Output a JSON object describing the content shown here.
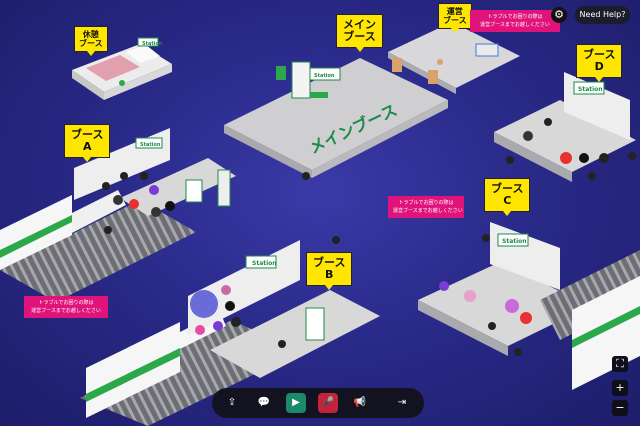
{
  "signs": {
    "rest": "休憩\nブース",
    "main": "メイン\nブース",
    "ops": "運営\nブース",
    "booth_a": "ブース\nA",
    "booth_b": "ブース\nB",
    "booth_c": "ブース\nC",
    "booth_d": "ブース\nD"
  },
  "floor_text": {
    "main": "メインブース"
  },
  "station_boards": {
    "rest": "Station",
    "main": "Station",
    "a": "Station",
    "b": "Station",
    "c": "Station",
    "d": "Station"
  },
  "notices": {
    "top": "トラブルでお困りの際は\n運営ブースまでお越しください",
    "middle": "トラブルでお困りの際は\n運営ブースまでお越しください",
    "left": "トラブルでお困りの際は\n運営ブースまでお越しください"
  },
  "header": {
    "help_label": "Need Help?",
    "settings_icon": "gear-icon"
  },
  "toolbar": {
    "icons": [
      "screen-share-icon",
      "chat-icon",
      "camera-icon",
      "microphone-muted-icon",
      "megaphone-icon",
      "exit-icon"
    ],
    "camera_color": "#1a8a6a",
    "mic_color": "#c0233a"
  },
  "zoom": {
    "fit_icon": "fit-screen-icon",
    "in_label": "+",
    "out_label": "−"
  },
  "colors": {
    "sign_yellow": "#ffe600",
    "notice_pink": "#e0137a",
    "station_green": "#1e8a4a",
    "background": "#2a2a8a"
  }
}
